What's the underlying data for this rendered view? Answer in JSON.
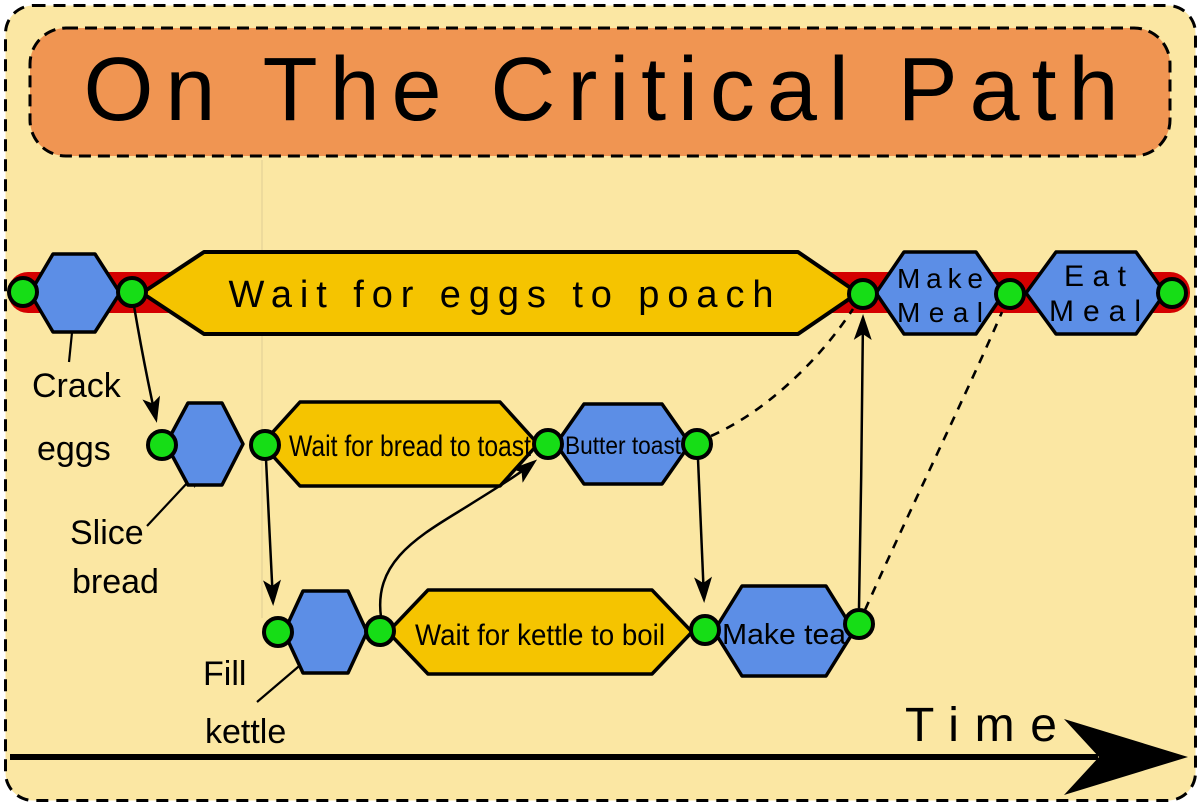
{
  "title": "On The Critical Path",
  "colors": {
    "background": "#fbe7a3",
    "banner": "#f09552",
    "critical_path": "#d40000",
    "task": "#5c8ee6",
    "wait": "#f5c400",
    "node": "#16dd16",
    "outline": "#000000"
  },
  "critical_path_row": {
    "wait_eggs": "Wait for eggs to poach",
    "make_meal_line1": "Make",
    "make_meal_line2": "Meal",
    "eat_meal_line1": "Eat",
    "eat_meal_line2": "Meal"
  },
  "bread_row": {
    "wait_bread": "Wait for bread to toast",
    "butter_toast": "Butter toast"
  },
  "tea_row": {
    "wait_kettle": "Wait for kettle to boil",
    "make_tea": "Make tea"
  },
  "annotations": {
    "crack_line1": "Crack",
    "crack_line2": "eggs",
    "slice_line1": "Slice",
    "slice_line2": "bread",
    "fill_line1": "Fill",
    "fill_line2": "kettle"
  },
  "axis": {
    "label": "Time"
  }
}
